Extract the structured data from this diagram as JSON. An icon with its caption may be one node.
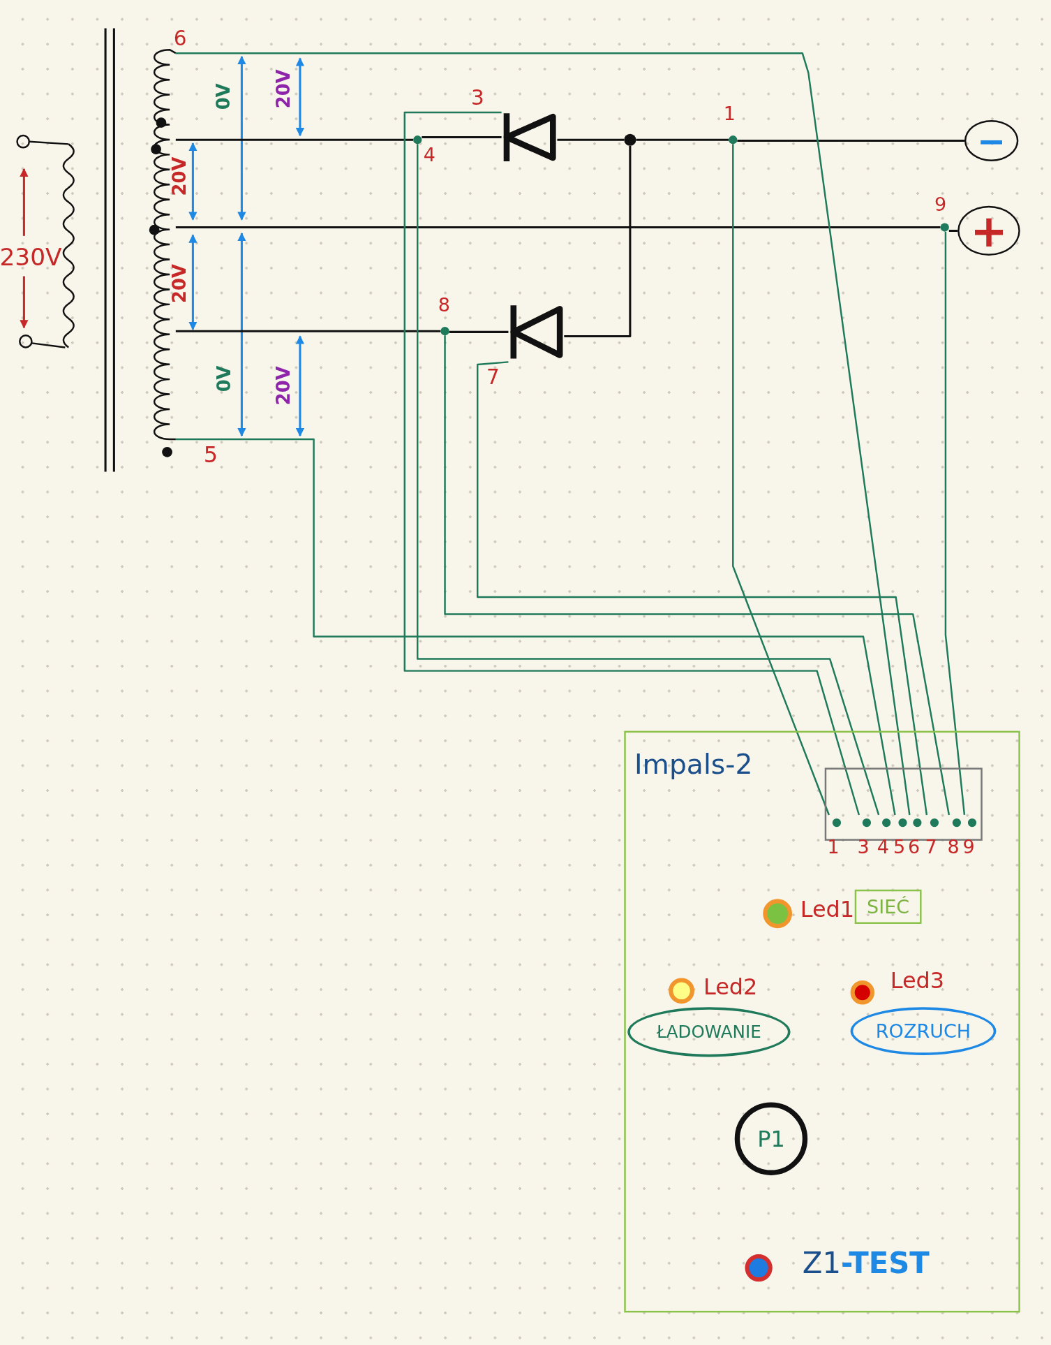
{
  "diagram": {
    "nodes": [
      {
        "text": [],
        "shape": "picture"
      },
      {
        "text": [],
        "shape": "circle",
        "beside": [
          "4"
        ]
      },
      {
        "text": [],
        "shape": "diode"
      },
      {
        "text": [],
        "shape": "circle"
      },
      {
        "text": [],
        "shape": "circle",
        "beside": [
          "1"
        ]
      },
      {
        "text": [
          "−"
        ]
      },
      {
        "text": [],
        "shape": "circle",
        "beside": [
          "9"
        ]
      },
      {
        "text": [
          "+"
        ]
      },
      {
        "text": [],
        "shape": "circle",
        "beside": [
          "8"
        ]
      },
      {
        "text": [],
        "shape": "diode"
      },
      {
        "text": [
          "Impals-2"
        ]
      },
      {
        "text": [],
        "shape": "box",
        "in": 10
      },
      {
        "text": [],
        "shape": "circle",
        "beside": [
          "1"
        ],
        "in": 11
      },
      {
        "text": [],
        "shape": "circle",
        "beside": [
          "3"
        ],
        "in": 11
      },
      {
        "text": [],
        "shape": "circle",
        "beside": [
          "4"
        ],
        "in": 11
      },
      {
        "text": [],
        "shape": "circle",
        "beside": [
          "5"
        ],
        "in": 11
      },
      {
        "text": [],
        "shape": "circle",
        "beside": [
          "6"
        ],
        "in": 11
      },
      {
        "text": [],
        "shape": "circle",
        "beside": [
          "7"
        ],
        "in": 11
      },
      {
        "text": [],
        "shape": "circle",
        "beside": [
          "8"
        ],
        "in": 11
      },
      {
        "text": [],
        "shape": "circle",
        "beside": [
          "9"
        ],
        "in": 11
      },
      {
        "text": [
          "SIEĆ"
        ],
        "in": 10
      },
      {
        "text": [
          "ŁADOWANIE"
        ],
        "in": 10
      },
      {
        "text": [
          "ROZRUCH"
        ],
        "in": 10
      },
      {
        "text": [
          "P1"
        ],
        "in": 10
      }
    ],
    "edges": [
      {
        "from": 0,
        "to": 1,
        "arrow": "none"
      },
      {
        "from": 1,
        "to": 2,
        "arrow": "none"
      },
      {
        "from": 2,
        "to": 3,
        "arrow": "none"
      },
      {
        "from": 3,
        "to": 4,
        "arrow": "none"
      },
      {
        "from": 4,
        "to": 5,
        "arrow": "none"
      },
      {
        "from": 0,
        "to": 6,
        "arrow": "none"
      },
      {
        "from": 6,
        "to": 7,
        "arrow": "none"
      },
      {
        "from": 0,
        "to": 8,
        "arrow": "none"
      },
      {
        "from": 8,
        "to": 9,
        "arrow": "none"
      },
      {
        "from": 9,
        "to": 3,
        "arrow": "none"
      },
      {
        "from": 4,
        "to": 12,
        "arrow": "none",
        "color": "#1e7a5a"
      },
      {
        "from": 2,
        "to": 13,
        "arrow": "none",
        "color": "#1e7a5a"
      },
      {
        "from": 1,
        "to": 14,
        "arrow": "none",
        "color": "#1e7a5a"
      },
      {
        "from": 0,
        "to": 15,
        "arrow": "none",
        "color": "#1e7a5a"
      },
      {
        "from": 0,
        "to": 16,
        "arrow": "none",
        "color": "#1e7a5a"
      },
      {
        "from": 9,
        "to": 17,
        "arrow": "none",
        "color": "#1e7a5a"
      },
      {
        "from": 8,
        "to": 18,
        "arrow": "none",
        "color": "#1e7a5a"
      },
      {
        "from": 6,
        "to": 19,
        "arrow": "none",
        "color": "#1e7a5a"
      }
    ],
    "labels": [
      "6",
      "20V",
      "3",
      "0V",
      "20V",
      "230V",
      "20V",
      "0V",
      "20V",
      "7",
      "5",
      "Led1",
      "Led2",
      "Led3",
      "Z1**-TEST**"
    ]
  }
}
